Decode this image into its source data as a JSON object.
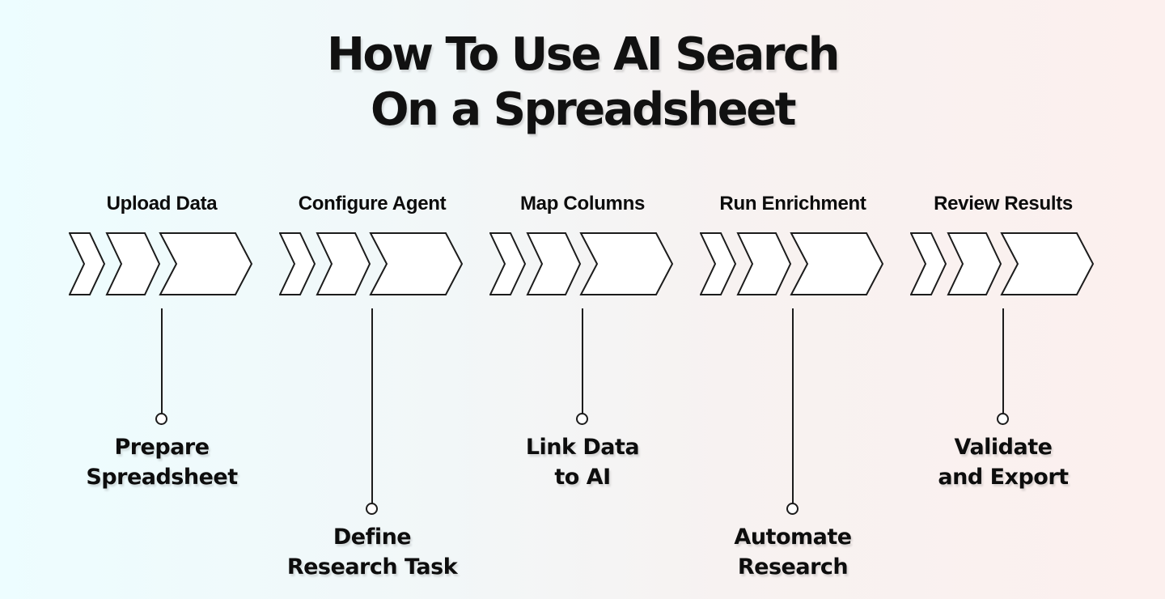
{
  "title": {
    "line1": "How To Use AI Search",
    "line2": "On a Spreadsheet"
  },
  "steps": [
    {
      "label": "Upload Data",
      "caption_line1": "Prepare",
      "caption_line2": "Spreadsheet"
    },
    {
      "label": "Configure Agent",
      "caption_line1": "Define",
      "caption_line2": "Research Task"
    },
    {
      "label": "Map Columns",
      "caption_line1": "Link Data",
      "caption_line2": "to AI"
    },
    {
      "label": "Run Enrichment",
      "caption_line1": "Automate",
      "caption_line2": "Research"
    },
    {
      "label": "Review Results",
      "caption_line1": "Validate",
      "caption_line2": "and Export"
    }
  ],
  "colors": {
    "bg-left": "#edfdff",
    "bg-mid-left": "#f2f7f8",
    "bg-mid-right": "#f7f2f1",
    "bg-right": "#fcf0ee",
    "ink": "#111111",
    "stroke": "#1c1c1c",
    "shape-fill": "#ffffff"
  }
}
